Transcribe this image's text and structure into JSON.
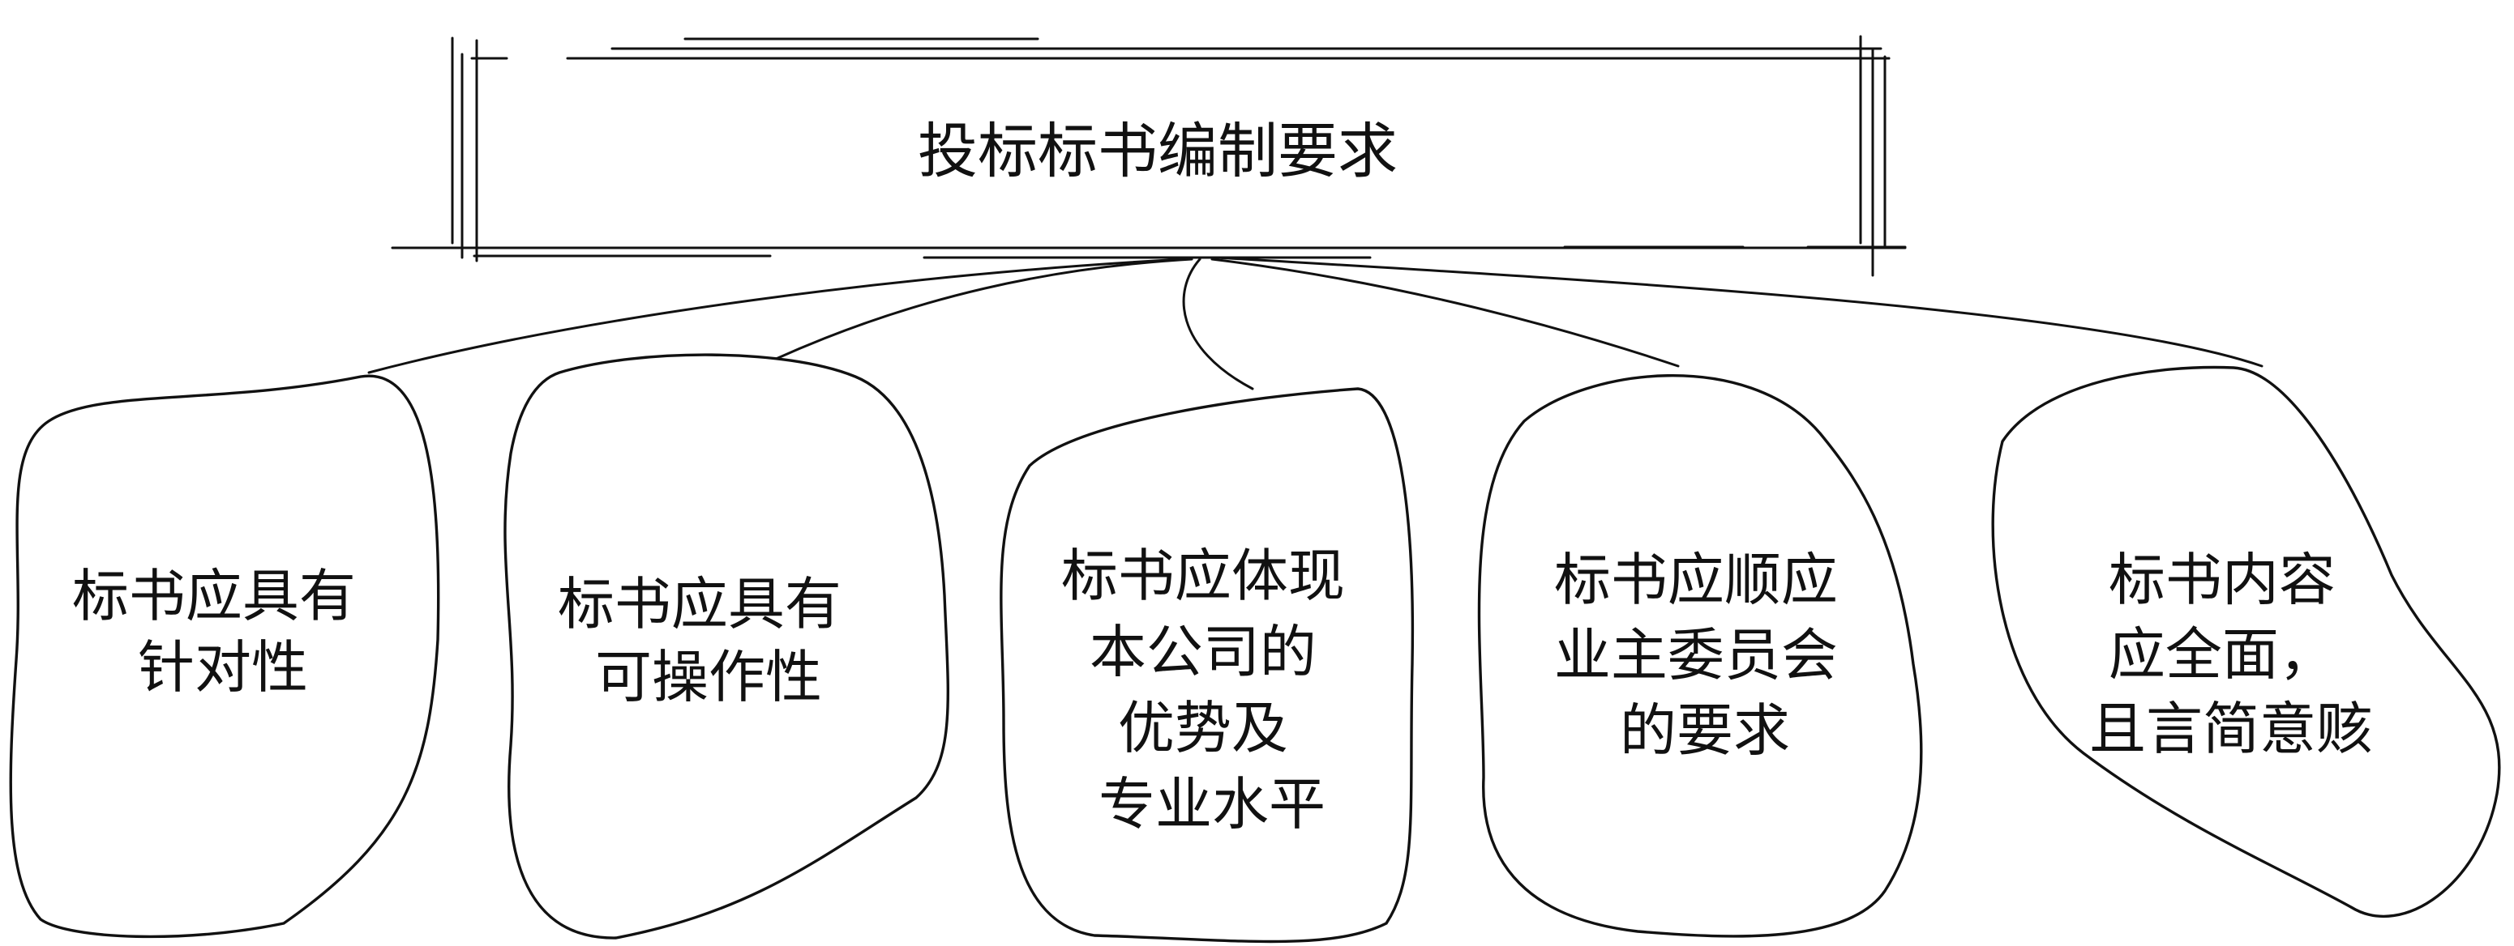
{
  "diagram": {
    "title": "投标标书编制要求",
    "nodes": [
      {
        "id": "node-targeted",
        "lines": [
          "标书应具有",
          "针对性"
        ]
      },
      {
        "id": "node-operable",
        "lines": [
          "标书应具有",
          "可操作性"
        ]
      },
      {
        "id": "node-advantage",
        "lines": [
          "标书应体现",
          "本公司的",
          "优势及",
          "专业水平"
        ]
      },
      {
        "id": "node-owner-committee",
        "lines": [
          "标书应顺应",
          "业主委员会",
          "的要求"
        ]
      },
      {
        "id": "node-content",
        "lines": [
          "标书内容",
          "应全面，",
          "且言简意赅"
        ]
      }
    ]
  }
}
